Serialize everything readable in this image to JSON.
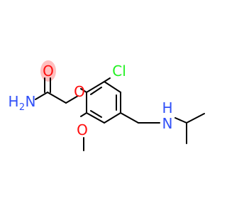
{
  "molecule": {
    "atoms": {
      "carbonyl_oxygen": "O",
      "ether_oxygen": "O",
      "methoxy_oxygen": "O",
      "amide_nitrogen": "N",
      "amide_hydrogen": "H",
      "amide_h_count": "2",
      "chlorine": "Cl",
      "amine_hydrogen": "H",
      "amine_nitrogen": "N"
    },
    "colors": {
      "bond": "#000000",
      "oxygen": "#ff0d0d",
      "nitrogen": "#3050f8",
      "chlorine": "#1ff01f",
      "highlight": "#ffbfbf"
    }
  }
}
